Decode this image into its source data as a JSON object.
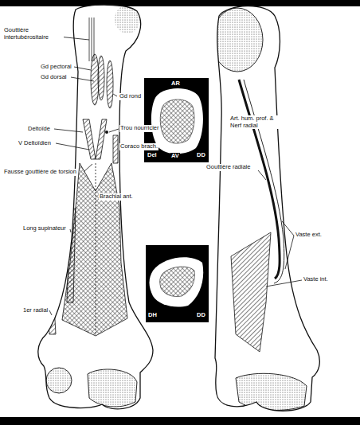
{
  "diagram": {
    "labels": [
      "Gouttière intertubérositaire",
      "Gd pectoral",
      "Gd dorsal",
      "Gd rond",
      "Deltoïde",
      "Trou nourricier",
      "V Deltoïdien",
      "Coraco brach.",
      "Fausse gouttière de torsion",
      "Brachial ant.",
      "Long supinateur",
      "1er radial",
      "AR",
      "Del",
      "AV",
      "DD",
      "DH",
      "DD",
      "Art. hum. prof. & Nerf radial",
      "Gouttière radiale",
      "Vaste ext.",
      "Vaste int."
    ]
  }
}
